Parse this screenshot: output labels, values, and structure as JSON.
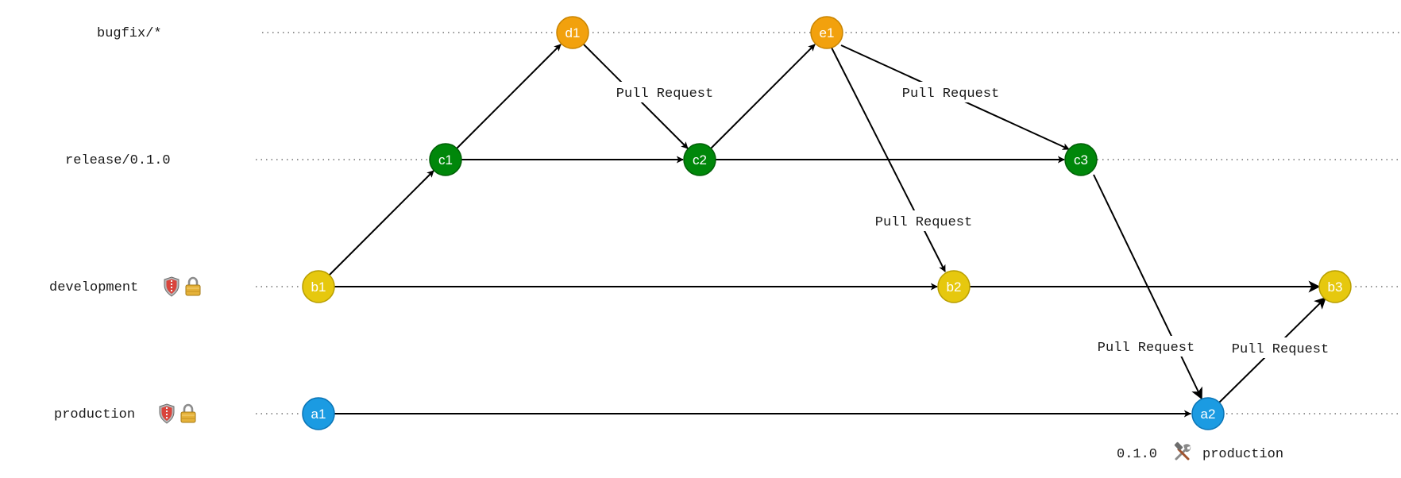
{
  "colors": {
    "bugfix": "#F2A10D",
    "bugfix_stroke": "#C98400",
    "release": "#00870A",
    "release_stroke": "#005F06",
    "development": "#E6C80E",
    "development_stroke": "#B89E00",
    "production": "#1B9BE2",
    "production_stroke": "#0A74B5"
  },
  "lanes": [
    {
      "id": "bugfix",
      "label": "bugfix/*",
      "icons": []
    },
    {
      "id": "release",
      "label": "release/0.1.0",
      "icons": []
    },
    {
      "id": "development",
      "label": "development",
      "icons": [
        "shield-icon",
        "lock-icon"
      ]
    },
    {
      "id": "production",
      "label": "production",
      "icons": [
        "shield-icon",
        "lock-icon"
      ]
    }
  ],
  "nodes": [
    {
      "id": "d1",
      "label": "d1",
      "lane": "bugfix"
    },
    {
      "id": "e1",
      "label": "e1",
      "lane": "bugfix"
    },
    {
      "id": "c1",
      "label": "c1",
      "lane": "release"
    },
    {
      "id": "c2",
      "label": "c2",
      "lane": "release"
    },
    {
      "id": "c3",
      "label": "c3",
      "lane": "release"
    },
    {
      "id": "b1",
      "label": "b1",
      "lane": "development"
    },
    {
      "id": "b2",
      "label": "b2",
      "lane": "development"
    },
    {
      "id": "b3",
      "label": "b3",
      "lane": "development"
    },
    {
      "id": "a1",
      "label": "a1",
      "lane": "production"
    },
    {
      "id": "a2",
      "label": "a2",
      "lane": "production"
    }
  ],
  "edges": [
    {
      "from": "b1",
      "to": "c1",
      "label": ""
    },
    {
      "from": "c1",
      "to": "d1",
      "label": ""
    },
    {
      "from": "d1",
      "to": "c2",
      "label": "Pull Request"
    },
    {
      "from": "c1",
      "to": "c2",
      "label": ""
    },
    {
      "from": "c2",
      "to": "e1",
      "label": ""
    },
    {
      "from": "e1",
      "to": "c3",
      "label": "Pull Request"
    },
    {
      "from": "c2",
      "to": "c3",
      "label": ""
    },
    {
      "from": "e1",
      "to": "b2",
      "label": "Pull Request"
    },
    {
      "from": "b1",
      "to": "b2",
      "label": ""
    },
    {
      "from": "b2",
      "to": "b3",
      "label": ""
    },
    {
      "from": "c3",
      "to": "a2",
      "label": "Pull Request"
    },
    {
      "from": "a2",
      "to": "b3",
      "label": "Pull Request"
    },
    {
      "from": "a1",
      "to": "a2",
      "label": ""
    }
  ],
  "tag": {
    "version": "0.1.0",
    "icon": "hammer-wrench-icon",
    "environment": "production"
  }
}
